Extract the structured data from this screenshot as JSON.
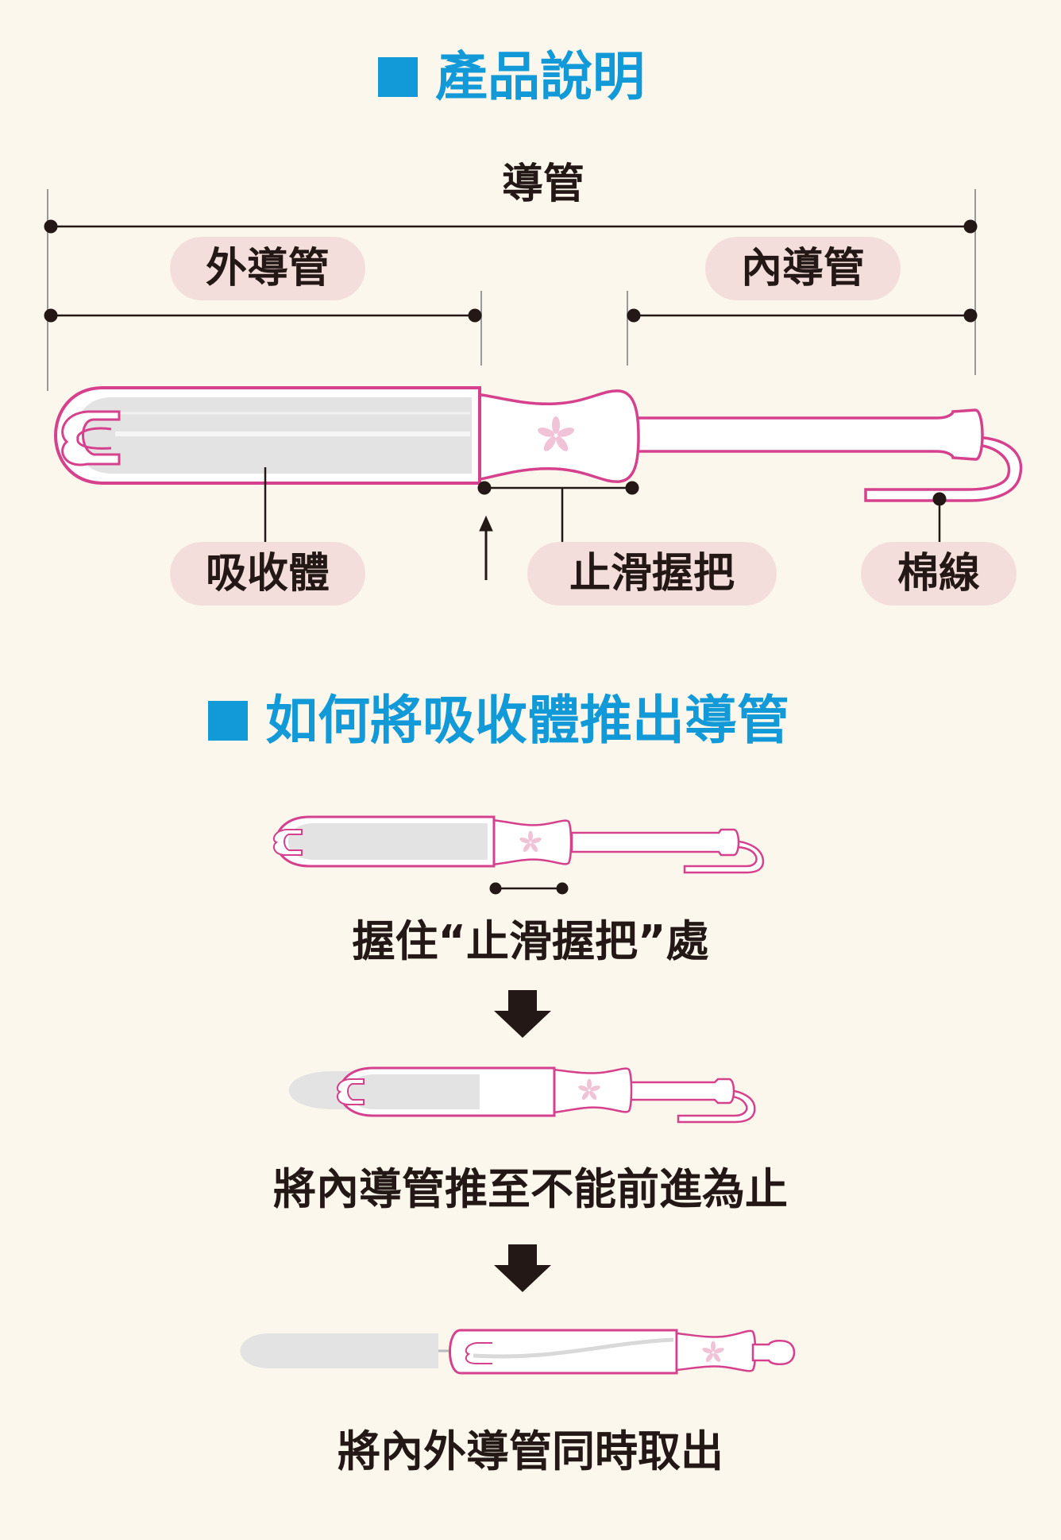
{
  "sections": {
    "product": {
      "title": "產品說明"
    },
    "howto": {
      "title": "如何將吸收體推出導管"
    }
  },
  "parts": {
    "applicator": "導管",
    "outer_tube": "外導管",
    "inner_tube": "內導管",
    "absorbent": "吸收體",
    "grip": "止滑握把",
    "string": "棉線"
  },
  "steps": [
    {
      "text": "握住“止滑握把”處"
    },
    {
      "text": "將內導管推至不能前進為止"
    },
    {
      "text": "將內外導管同時取出"
    }
  ],
  "colors": {
    "background": "#fbf7ec",
    "title_blue": "#129ad8",
    "tube_pink": "#d6418d",
    "pill_bg": "#f4dedb",
    "absorbent_gray": "#e3e3e3",
    "text": "#231815"
  }
}
